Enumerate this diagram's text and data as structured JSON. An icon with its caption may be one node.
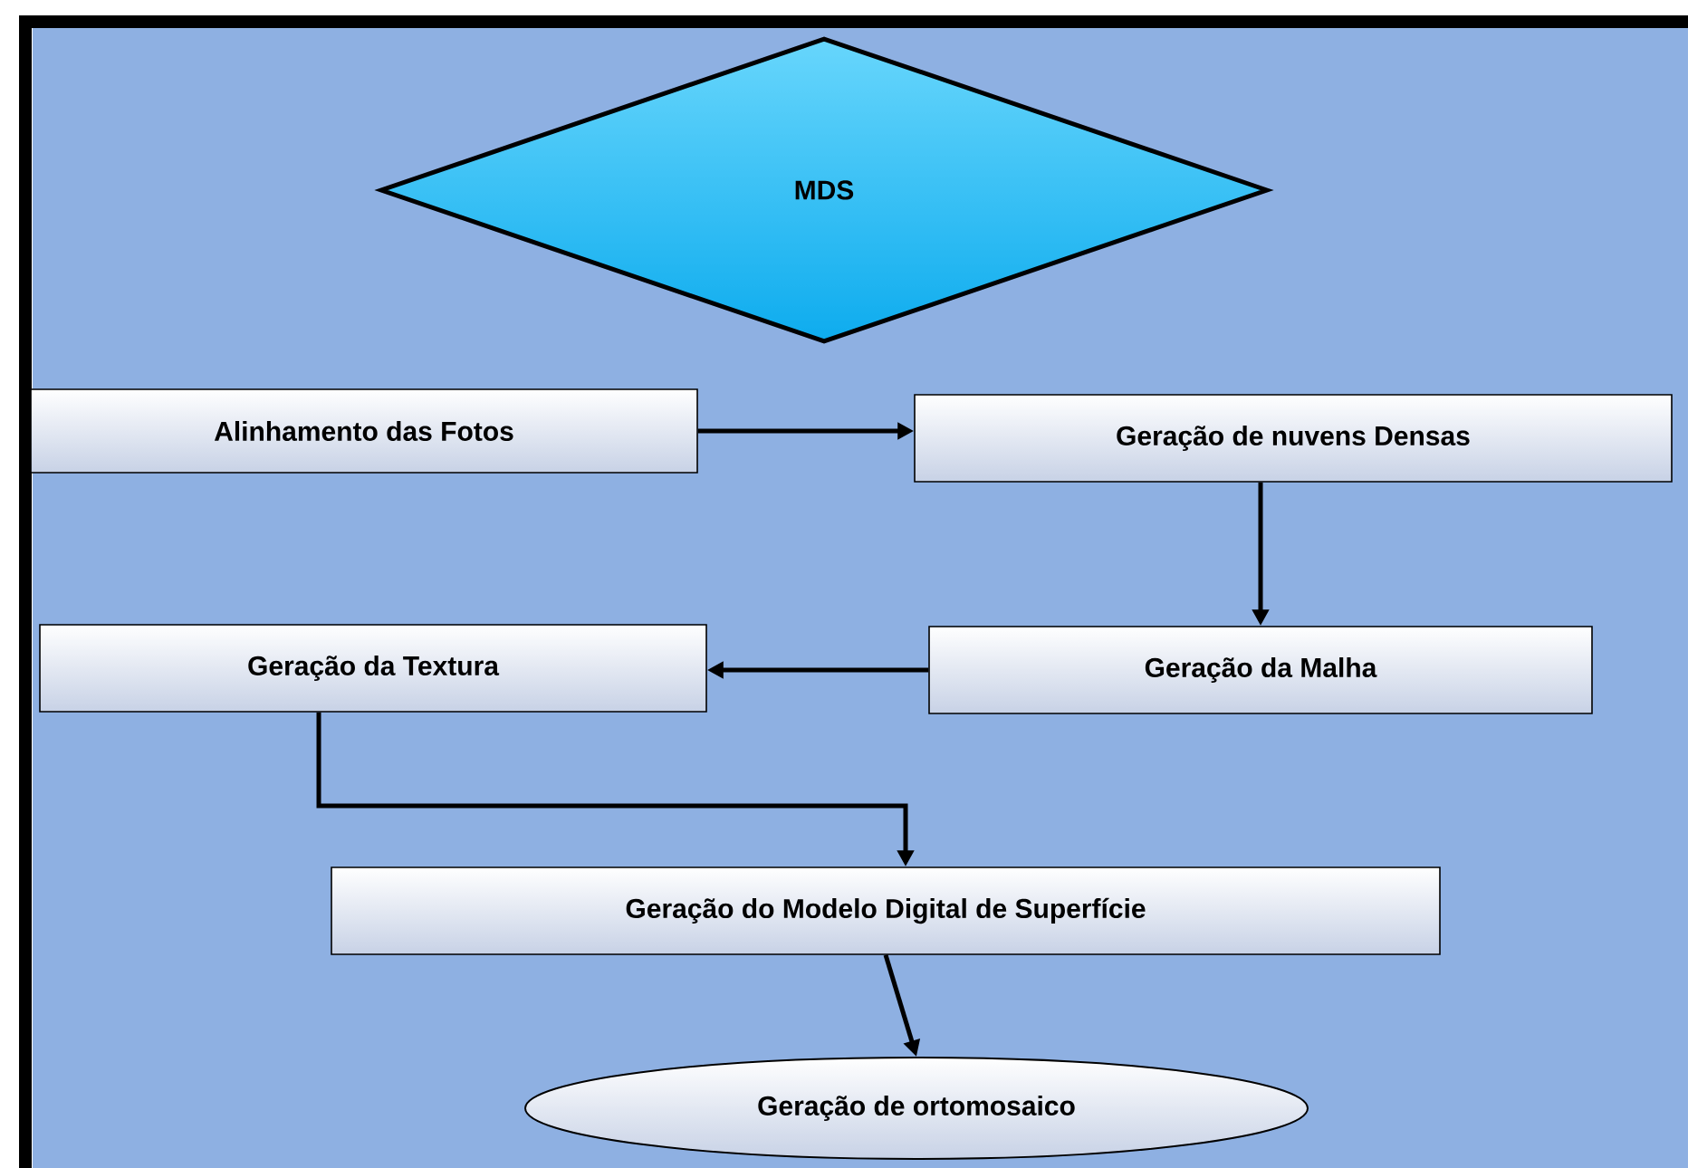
{
  "diagram": {
    "nodes": [
      {
        "text": [
          "MDS"
        ]
      },
      {
        "text": [
          "Alinhamento das Fotos"
        ]
      },
      {
        "text": [
          "Geração de nuvens Densas"
        ]
      },
      {
        "text": [
          "Geração da Malha"
        ]
      },
      {
        "text": [
          "Geração da Textura"
        ]
      },
      {
        "text": [
          "Geração do Modelo Digital de Superfície"
        ]
      },
      {
        "text": [
          "Geração de ortomosaico"
        ]
      }
    ],
    "edges": [
      {
        "from": 1,
        "to": 2,
        "arrow": "to"
      },
      {
        "from": 2,
        "to": 3,
        "arrow": "to"
      },
      {
        "from": 3,
        "to": 4,
        "arrow": "to"
      },
      {
        "from": 4,
        "to": 5,
        "arrow": "to"
      },
      {
        "from": 5,
        "to": 6,
        "arrow": "to"
      }
    ]
  }
}
